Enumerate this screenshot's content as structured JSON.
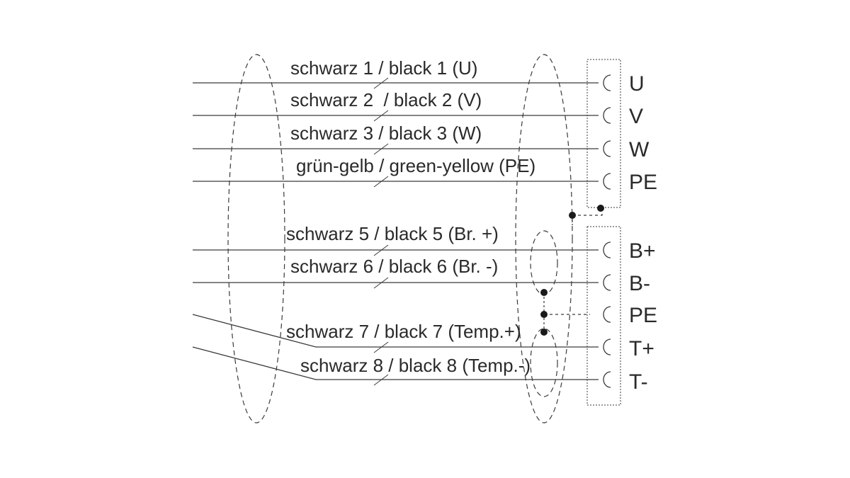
{
  "wires": [
    {
      "label": "schwarz 1 / black 1 (U)",
      "terminal": "U"
    },
    {
      "label": "schwarz 2  / black 2 (V)",
      "terminal": "V"
    },
    {
      "label": "schwarz 3 / black 3 (W)",
      "terminal": "W"
    },
    {
      "label": "grün-gelb / green-yellow (PE)",
      "terminal": "PE"
    },
    {
      "label": "schwarz 5 / black 5 (Br. +)",
      "terminal": "B+"
    },
    {
      "label": "schwarz 6 / black 6 (Br. -)",
      "terminal": "B-"
    },
    {
      "label": "",
      "terminal": "PE"
    },
    {
      "label": "schwarz 7 / black 7 (Temp.+)",
      "terminal": "T+"
    },
    {
      "label": "schwarz 8 / black 8 (Temp.-)",
      "terminal": "T-"
    }
  ],
  "colors": {
    "line": "#3a3a3a",
    "text": "#2a2a2a",
    "background": "#ffffff"
  }
}
